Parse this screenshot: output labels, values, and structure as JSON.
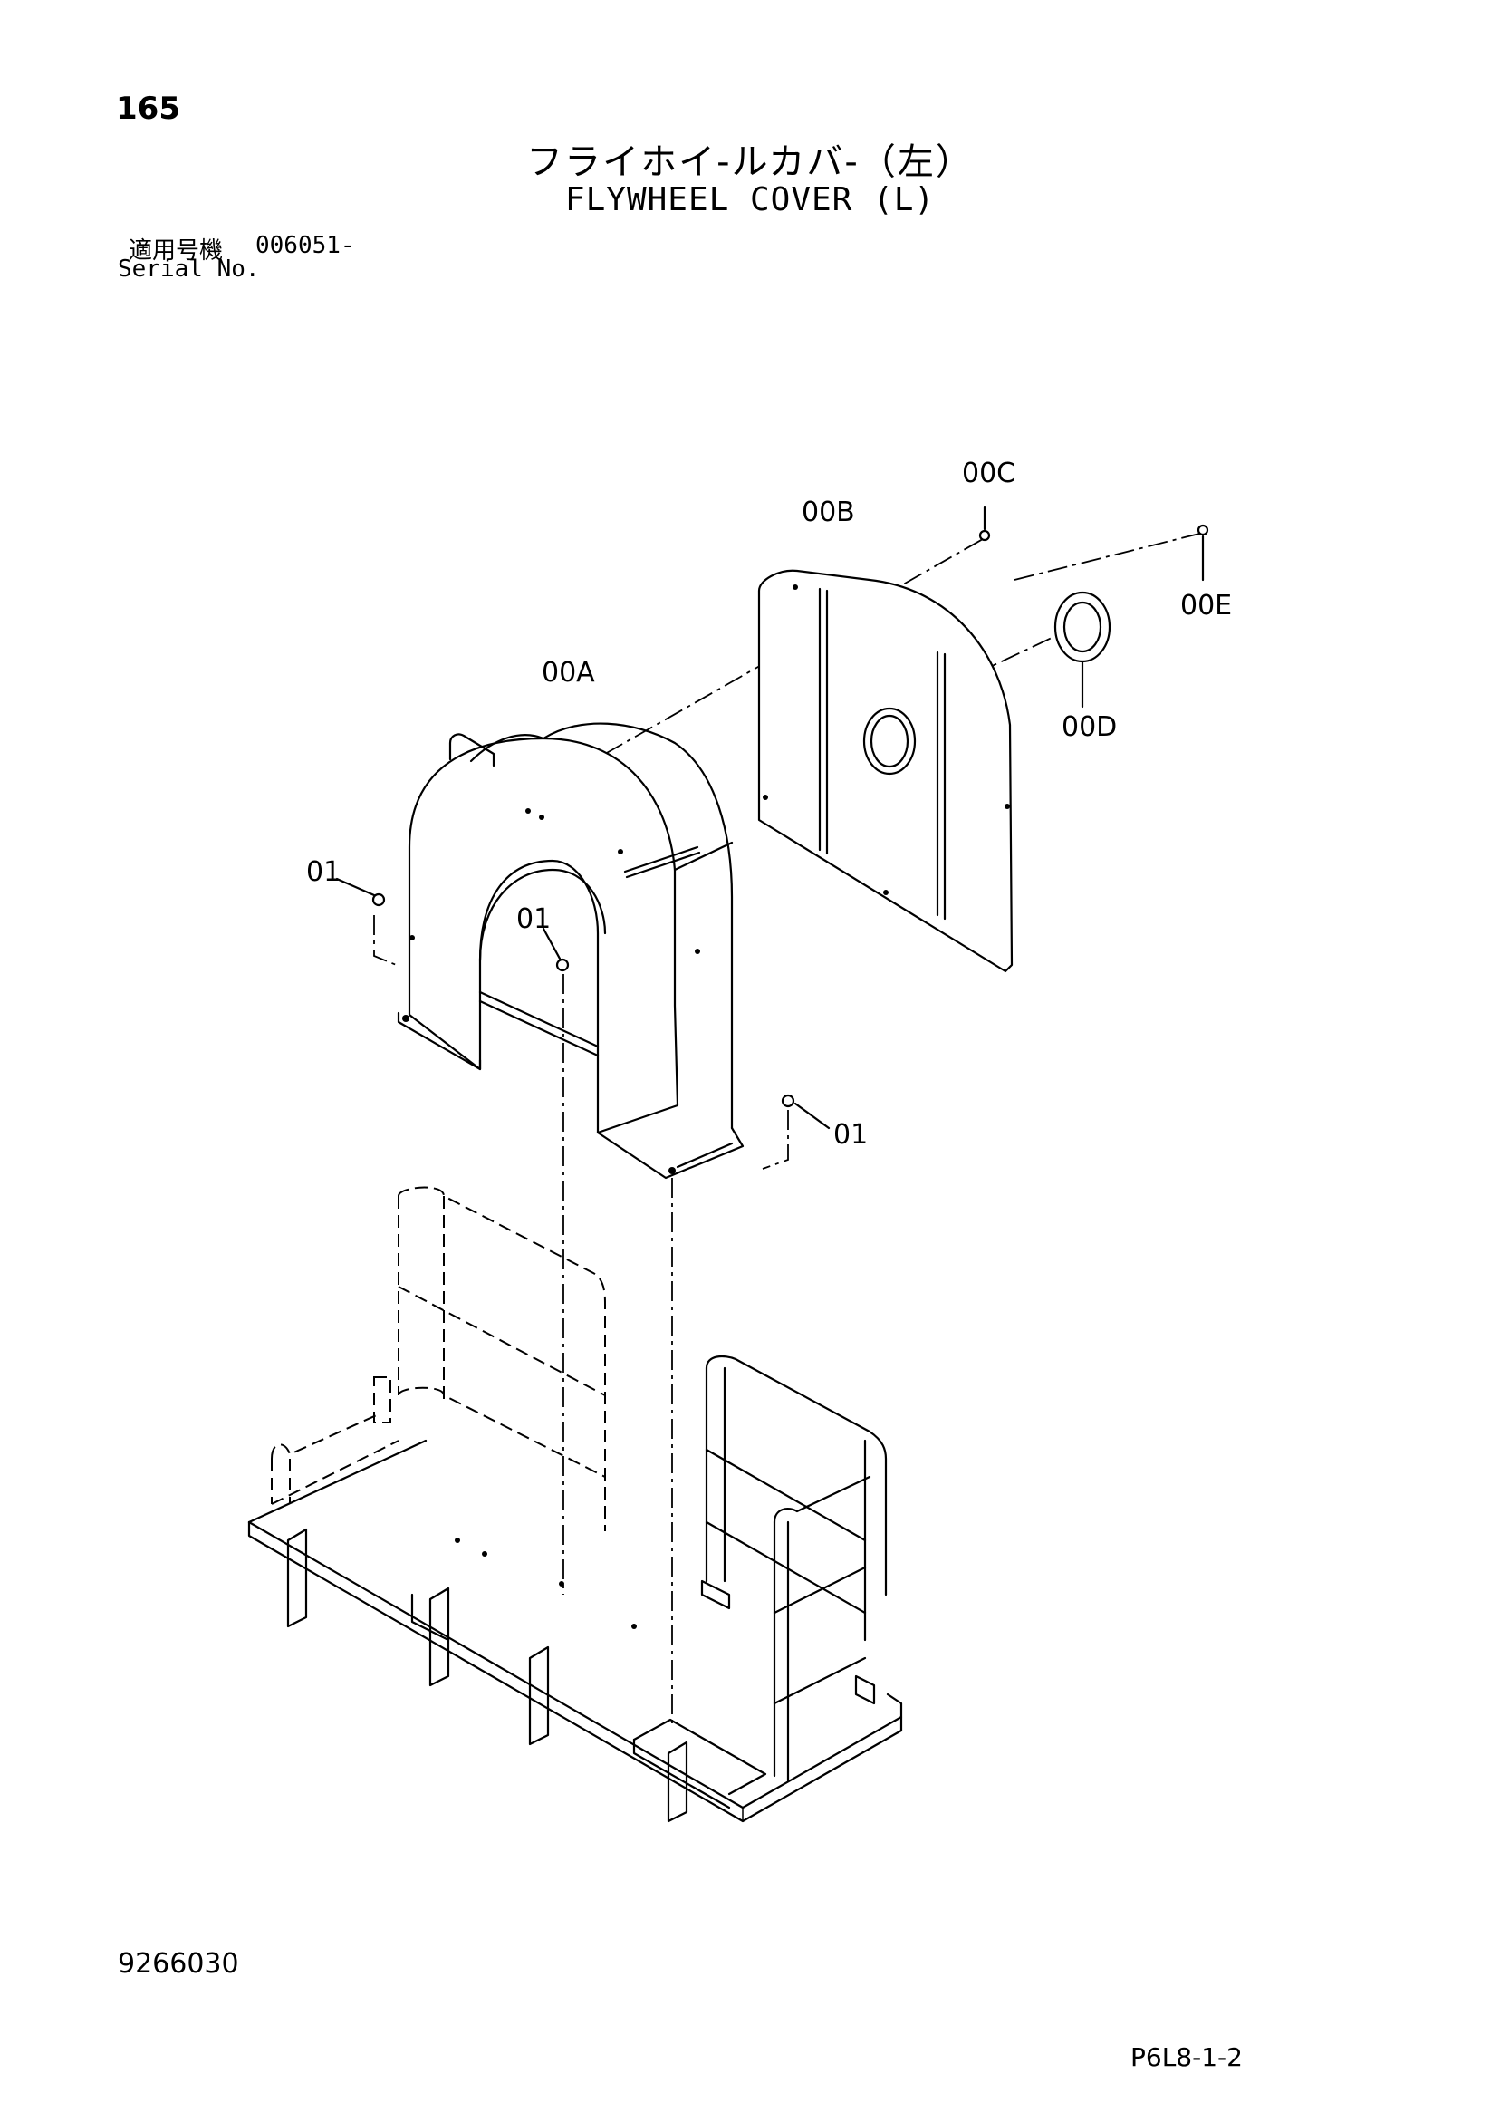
{
  "header": {
    "page_number": "165",
    "title_jp": "フライホイ-ルカバ-（左）",
    "title_en": "FLYWHEEL COVER (L)",
    "serial_label_jp": "適用号機",
    "serial_value": "006051-",
    "serial_label_en": "Serial No."
  },
  "callouts": {
    "part_00A": "00A",
    "part_00B": "00B",
    "part_00C": "00C",
    "part_00D": "00D",
    "part_00E": "00E",
    "part_01_left": "01",
    "part_01_center": "01",
    "part_01_right": "01"
  },
  "footer": {
    "doc_number": "9266030",
    "page_ref": "P6L8-1-2"
  }
}
